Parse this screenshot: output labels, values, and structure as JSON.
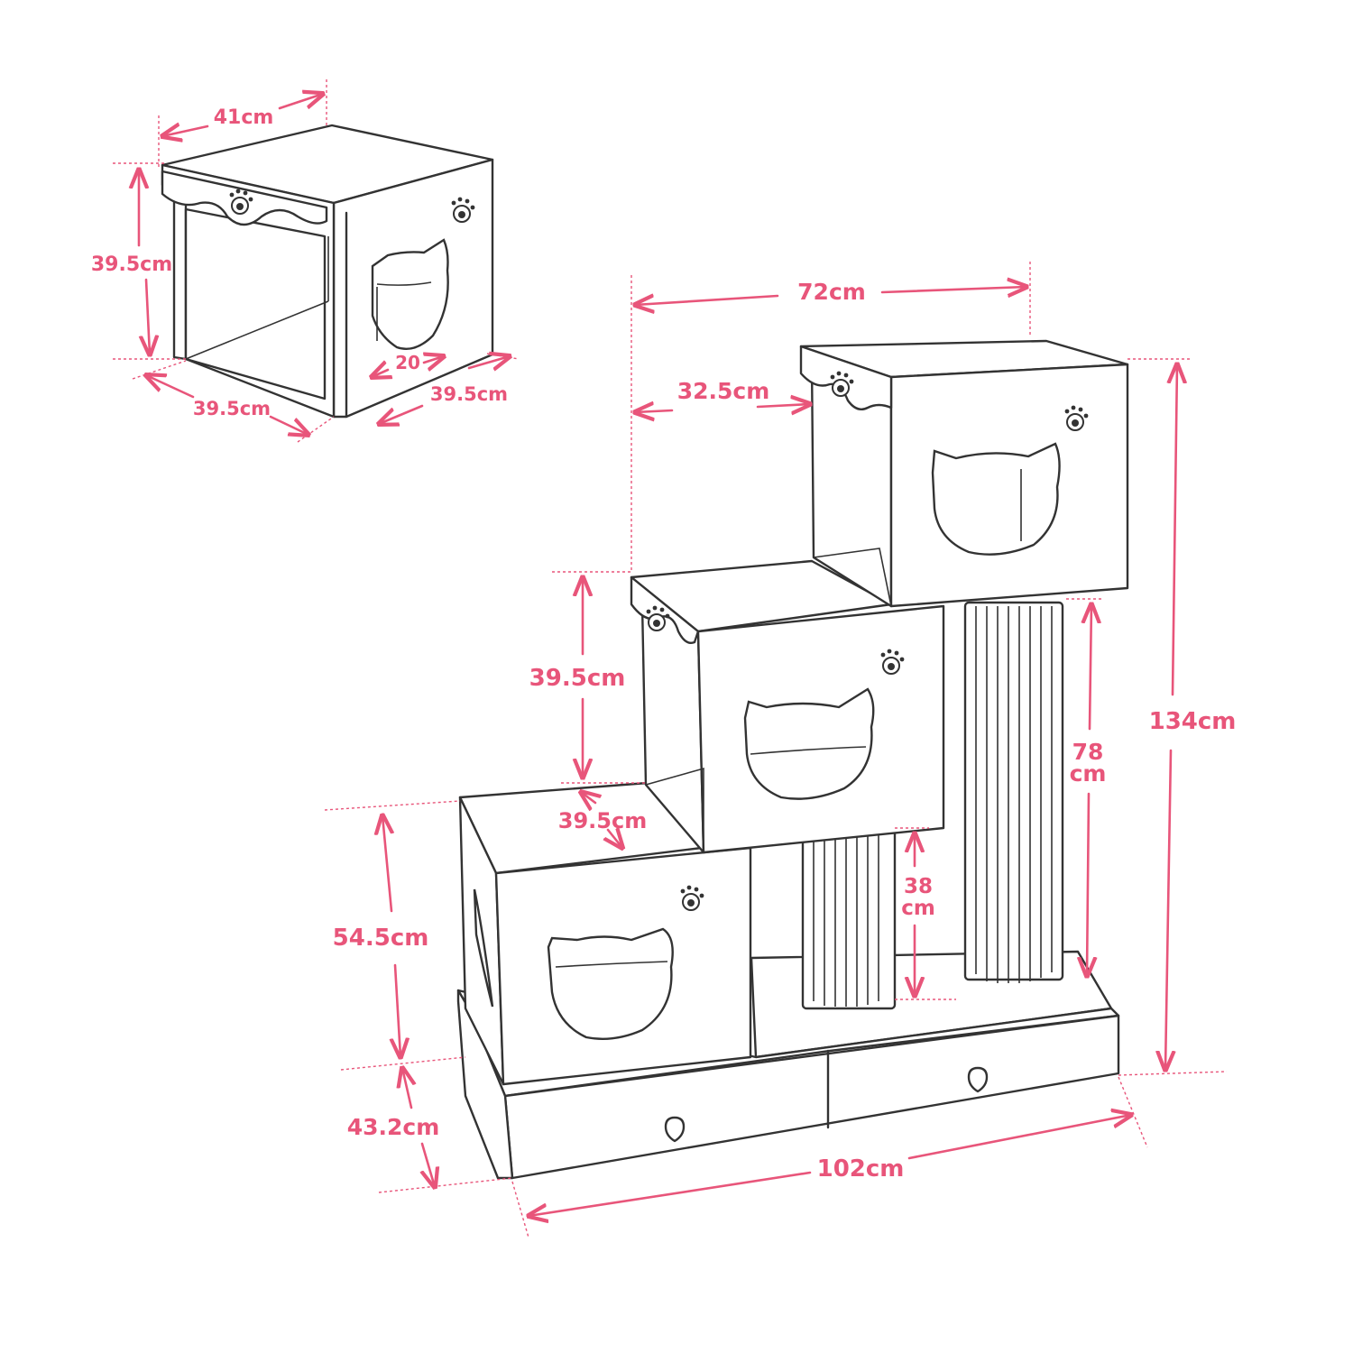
{
  "colors": {
    "dimension": "#e8557a",
    "line": "#333333",
    "background": "#ffffff"
  },
  "icons": [
    "paw-print-icon",
    "heart-handle-icon",
    "cat-head-opening"
  ],
  "single_box": {
    "width_label": "41cm",
    "height_label": "39.5cm",
    "depth_left_label": "39.5cm",
    "depth_right_label": "39.5cm",
    "opening_label": "20"
  },
  "full_unit": {
    "top_width_label": "72cm",
    "offset_label": "32.5cm",
    "middle_height_label": "39.5cm",
    "step_depth_label": "39.5cm",
    "lower_height_label": "54.5cm",
    "base_height_label": "43.2cm",
    "total_width_label": "102cm",
    "total_height_label": "134cm",
    "tall_post_label_1": "78",
    "tall_post_label_2": "cm",
    "short_post_label_1": "38",
    "short_post_label_2": "cm"
  }
}
